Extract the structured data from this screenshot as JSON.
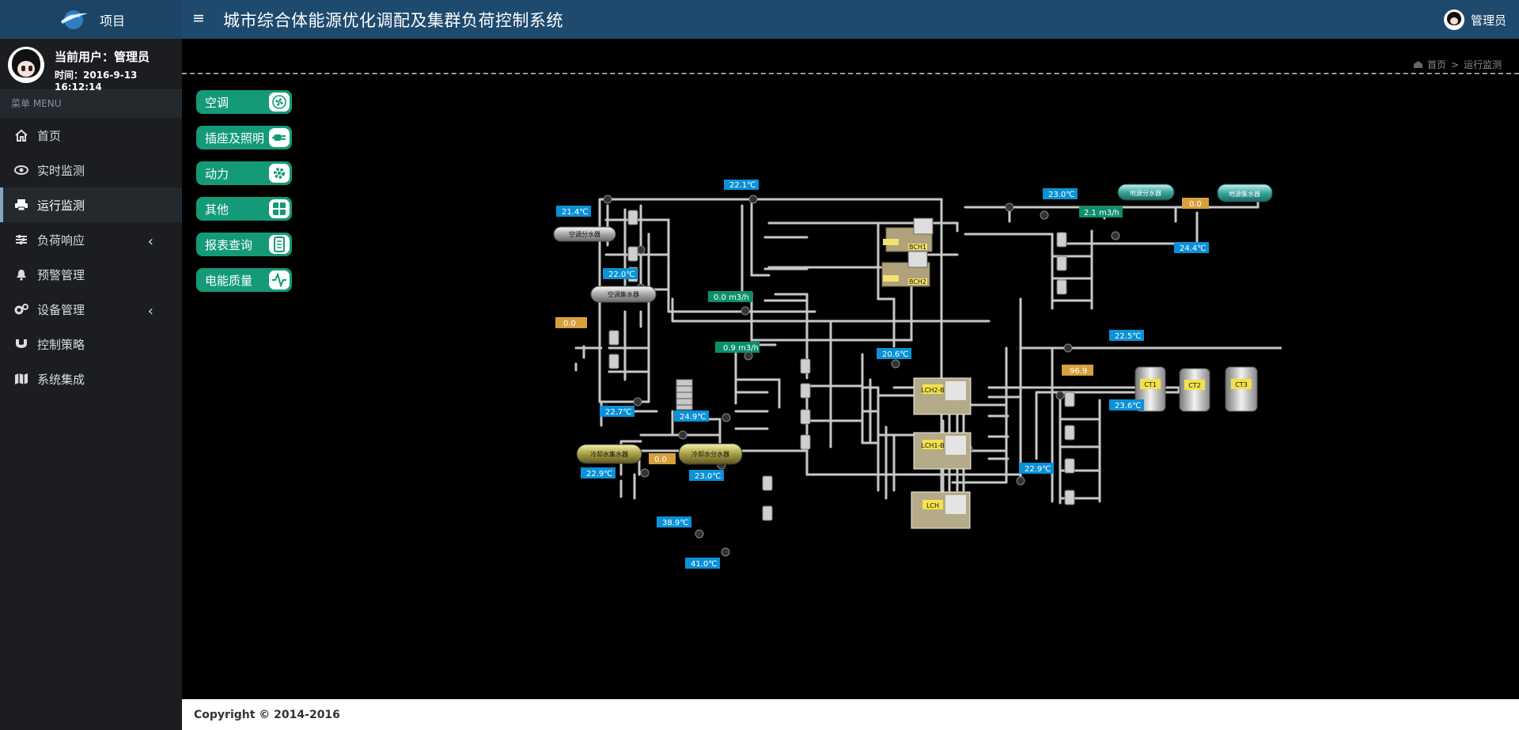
{
  "header": {
    "brand": "项目",
    "title": "城市综合体能源优化调配及集群负荷控制系统",
    "user": "管理员",
    "menu_icon": "hamburger-icon"
  },
  "profile": {
    "current_user": "当前用户：管理员",
    "time": "时间：2016-9-13 16:12:14"
  },
  "sidebar": {
    "menu_heading": "菜单 MENU",
    "items": [
      {
        "label": "首页",
        "icon": "home-icon"
      },
      {
        "label": "实时监测",
        "icon": "eye-icon"
      },
      {
        "label": "运行监测",
        "icon": "print-icon",
        "active": true
      },
      {
        "label": "负荷响应",
        "icon": "sliders-icon",
        "has_submenu": true
      },
      {
        "label": "预警管理",
        "icon": "bell-icon"
      },
      {
        "label": "设备管理",
        "icon": "gears-icon",
        "has_submenu": true
      },
      {
        "label": "控制策略",
        "icon": "magnet-icon"
      },
      {
        "label": "系统集成",
        "icon": "map-icon"
      }
    ]
  },
  "breadcrumb": {
    "home": "首页",
    "separator": ">",
    "current": "运行监测"
  },
  "categories": [
    {
      "label": "空调",
      "icon": "fan-icon"
    },
    {
      "label": "插座及照明",
      "icon": "plug-icon"
    },
    {
      "label": "动力",
      "icon": "gear-icon"
    },
    {
      "label": "其他",
      "icon": "grid-icon"
    },
    {
      "label": "报表查询",
      "icon": "report-icon"
    },
    {
      "label": "电能质量",
      "icon": "waveform-icon"
    }
  ],
  "diagram": {
    "labels": [
      {
        "text": "22.1℃"
      },
      {
        "text": "21.4℃"
      },
      {
        "text": "23.0℃"
      },
      {
        "text": "2.1 m3/h"
      },
      {
        "text": "0.0"
      },
      {
        "text": "24.4℃"
      },
      {
        "text": "22.0℃"
      },
      {
        "text": "0.0 m3/h"
      },
      {
        "text": "0.0"
      },
      {
        "text": "0.9 m3/h"
      },
      {
        "text": "22.5℃"
      },
      {
        "text": "20.6℃"
      },
      {
        "text": "96.9"
      },
      {
        "text": "22.7℃"
      },
      {
        "text": "24.9℃"
      },
      {
        "text": "23.6℃"
      },
      {
        "text": "0.0"
      },
      {
        "text": "22.9℃"
      },
      {
        "text": "23.0℃"
      },
      {
        "text": "22.9℃"
      },
      {
        "text": "38.9℃"
      },
      {
        "text": "41.0℃"
      }
    ],
    "equipment": [
      "空调分水器",
      "空调集水器",
      "地源分水器",
      "地源集水器",
      "冷却水集水器",
      "冷却水分水器",
      "CT1",
      "CT2",
      "CT3",
      "LCH2-B",
      "LCH1-B",
      "LCH",
      "BCH1",
      "BCH2"
    ]
  },
  "footer": {
    "copyright": "Copyright © 2014-2016"
  }
}
